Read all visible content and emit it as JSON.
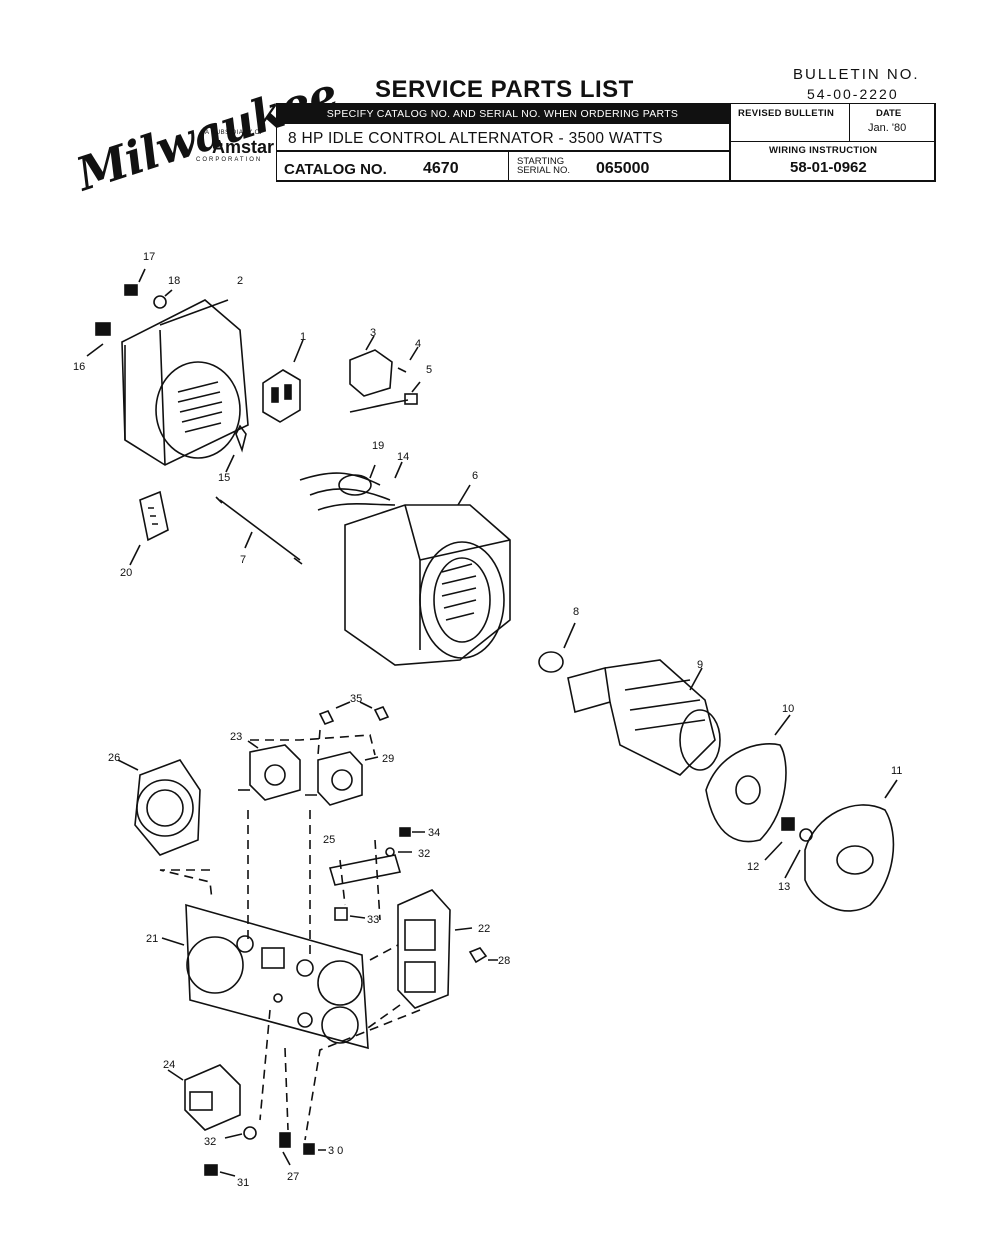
{
  "header": {
    "brand": "Milwaukee",
    "subsidiary_text": "A SUBSIDIARY OF",
    "parent": "Amstar",
    "parent_corp": "CORPORATION",
    "title": "SERVICE PARTS LIST",
    "bulletin_label": "BULLETIN NO.",
    "bulletin_no": "54-00-2220",
    "order_note": "SPECIFY CATALOG NO. AND SERIAL NO. WHEN ORDERING PARTS",
    "model": "8 HP IDLE CONTROL ALTERNATOR - 3500 WATTS",
    "catalog_label": "CATALOG NO.",
    "catalog_no": "4670",
    "starting_serial_label_1": "STARTING",
    "starting_serial_label_2": "SERIAL NO.",
    "starting_serial": "065000",
    "revised_bulletin_label": "REVISED BULLETIN",
    "date_label": "DATE",
    "date": "Jan. '80",
    "wiring_label": "WIRING INSTRUCTION",
    "wiring_no": "58-01-0962"
  },
  "callouts": [
    "1",
    "2",
    "3",
    "4",
    "5",
    "6",
    "7",
    "8",
    "9",
    "10",
    "11",
    "12",
    "13",
    "14",
    "15",
    "16",
    "17",
    "18",
    "19",
    "20",
    "21",
    "22",
    "23",
    "24",
    "25",
    "26",
    "27",
    "28",
    "29",
    "3 0",
    "31",
    "32",
    "32",
    "33",
    "34",
    "35"
  ]
}
